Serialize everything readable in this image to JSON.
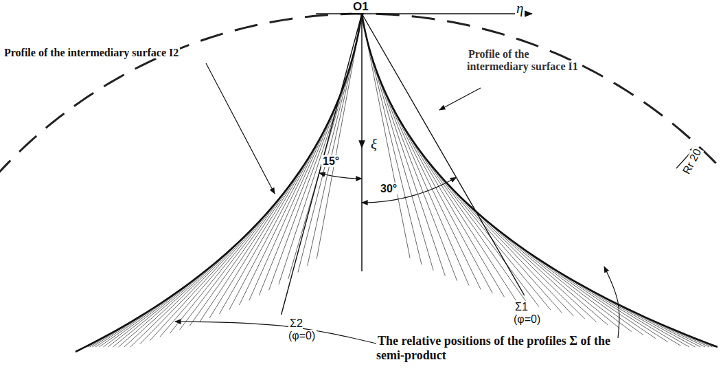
{
  "diagram": {
    "labels": [
      "O1",
      "η",
      "Profile of the intermediary surface I1",
      "Rr 20",
      "Profile of the intermediary surface I2",
      "15°",
      "ξ",
      "30°",
      "Σ2 (φ=0)",
      "Σ1 (φ=0)",
      "The relative positions of the profiles Σ of the semi-product"
    ]
  }
}
